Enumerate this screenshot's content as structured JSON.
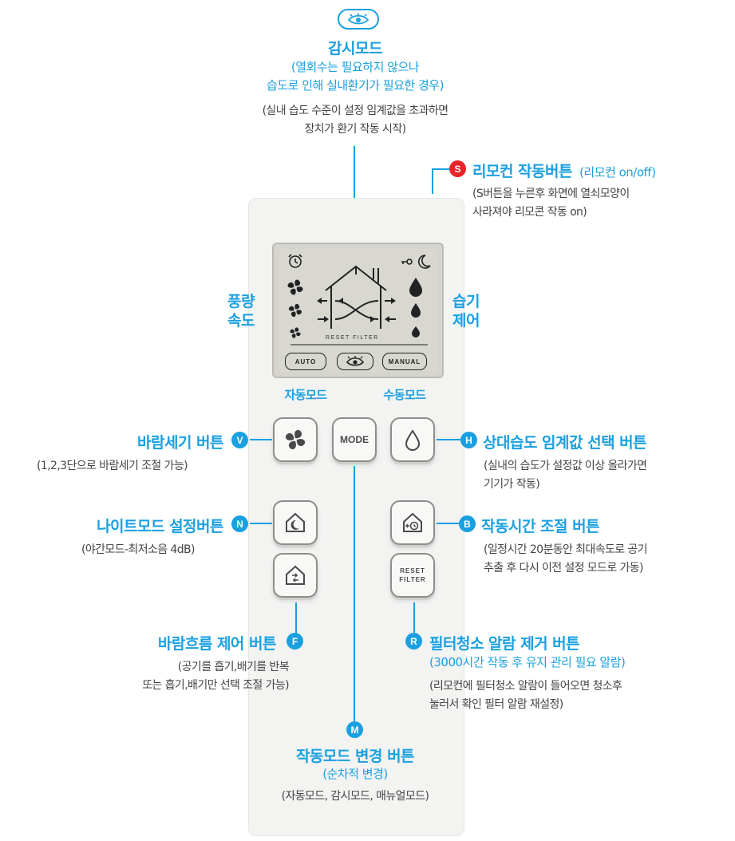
{
  "monitor": {
    "icon": "eye-icon",
    "title": "감시모드",
    "sub1": "(열회수는 필요하지 않으나",
    "sub2": "습도로 인해 실내환기가 필요한 경우)",
    "note1": "(실내 습도 수준이 설정 임계값을 초과하면",
    "note2": "장치가 환기 작동 시작)"
  },
  "remote_op": {
    "badge": "S",
    "title": "리모컨 작동버튼",
    "title_sub": "(리모컨 on/off)",
    "note1": "(S버튼을 누른후 화면에 열쇠모양이",
    "note2": "사라져야 리모콘 작동 on)"
  },
  "fan_speed_label": {
    "line1": "풍량",
    "line2": "속도"
  },
  "humidity_label": {
    "line1": "습기",
    "line2": "제어"
  },
  "lcd": {
    "reset_filter": "RESET FILTER",
    "auto": "AUTO",
    "manual": "MANUAL"
  },
  "auto_mode_label": "자동모드",
  "manual_mode_label": "수동모드",
  "buttons": {
    "mode": "MODE",
    "reset_line1": "RESET",
    "reset_line2": "FILTER"
  },
  "wind_speed": {
    "badge": "V",
    "title": "바람세기 버튼",
    "note": "(1,2,3단으로 바람세기 조절 가능)"
  },
  "humidity_threshold": {
    "badge": "H",
    "title": "상대습도 임계값 선택 버튼",
    "note1": "(실내의 습도가 설정값 이상 올라가면",
    "note2": "기기가 작동)"
  },
  "night_mode": {
    "badge": "N",
    "title": "나이트모드 설정버튼",
    "note": "(야간모드-최저소음 4dB)"
  },
  "timer": {
    "badge": "B",
    "title": "작동시간 조절 버튼",
    "note1": "(일정시간 20분동안 최대속도로 공기",
    "note2": "추출 후 다시 이전 설정 모드로 가동)"
  },
  "airflow": {
    "badge": "F",
    "title": "바람흐름 제어 버튼",
    "note1": "(공기를 흡기,배기를 반복",
    "note2": "또는 흡기,배기만 선택 조절 가능)"
  },
  "filter_alarm": {
    "badge": "R",
    "title": "필터청소 알람 제거 버튼",
    "sub": "(3000시간 작동 후 유지 관리 필요 알람)",
    "note1": "(리모컨에 필터청소 알람이 들어오면 청소후",
    "note2": "눌러서 확인 필터 알람 재설정)"
  },
  "mode_change": {
    "badge": "M",
    "title": "작동모드 변경 버튼",
    "sub": "(순차적 변경)",
    "note": "(자동모드, 감시모드, 매뉴얼모드)"
  },
  "colors": {
    "accent": "#1aa0e0",
    "badge_red": "#e8232a"
  }
}
